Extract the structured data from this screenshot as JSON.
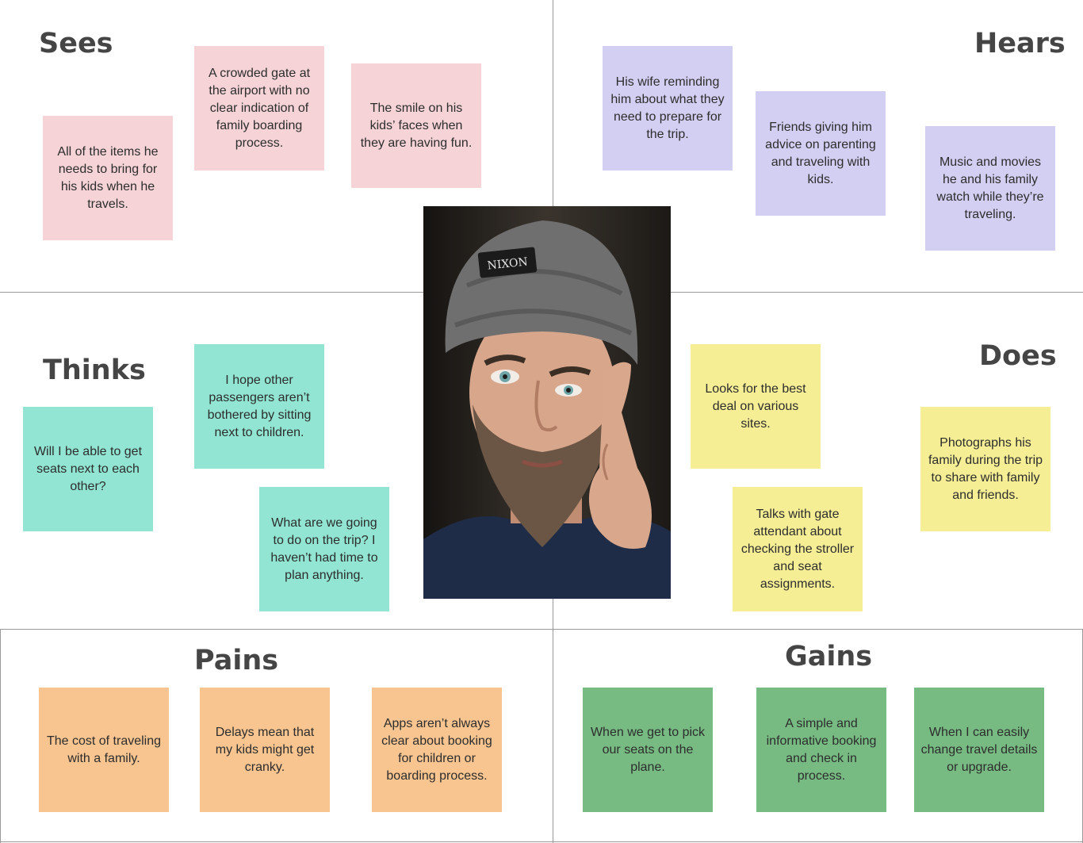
{
  "headings": {
    "sees": "Sees",
    "hears": "Hears",
    "thinks": "Thinks",
    "does": "Does",
    "pains": "Pains",
    "gains": "Gains"
  },
  "notes": {
    "sees": [
      "All of the items he needs to bring for his kids when he travels.",
      "A crowded gate at the airport with no clear indication of family boarding process.",
      "The smile on his kids’ faces when they are having fun."
    ],
    "hears": [
      "His wife reminding him about what they need to prepare for the trip.",
      "Friends giving him advice on parenting and traveling with kids.",
      "Music and movies he and his family watch while they’re traveling."
    ],
    "thinks": [
      "Will I be able to get seats next to each other?",
      "I hope other passengers aren’t bothered by sitting next to children.",
      "What are we going to do on the trip? I haven’t had time to plan anything."
    ],
    "does": [
      "Looks for the best deal on various sites.",
      "Talks with gate attendant about checking the stroller and seat assignments.",
      "Photographs his family during the trip to share with family and friends."
    ],
    "pains": [
      "The cost of traveling with a family.",
      "Delays mean that my kids might get cranky.",
      "Apps aren’t always clear about booking for children or boarding process."
    ],
    "gains": [
      "When we get to pick our seats on the plane.",
      "A simple and informative booking and check in process.",
      "When I can easily change travel details or upgrade."
    ]
  },
  "portrait": {
    "beanie_label": "NIXON"
  },
  "colors": {
    "sees": "#f5d3d6",
    "hears": "#d3cff2",
    "thinks": "#91e5d2",
    "does": "#f5ee95",
    "pains": "#f8c490",
    "gains": "#77bb83"
  }
}
